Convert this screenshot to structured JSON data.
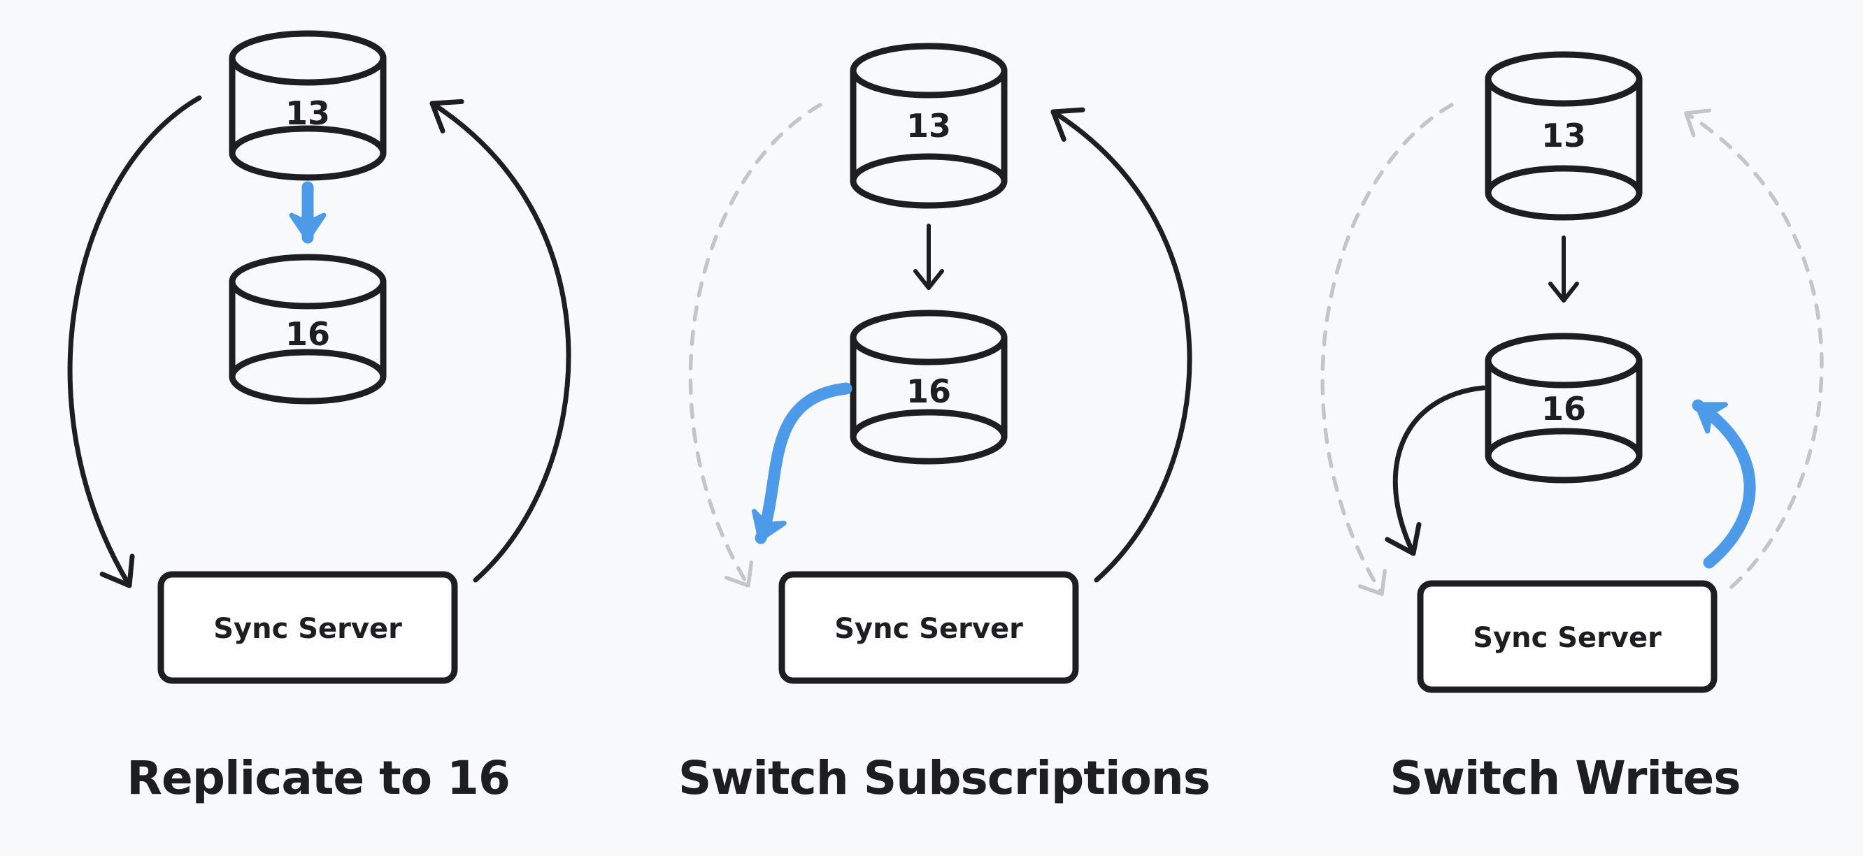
{
  "background": "#f8f9fb",
  "colors": {
    "ink": "#1e1e22",
    "accent_blue": "#4d9be8",
    "inactive_gray": "#c3c5c9",
    "box_fill": "#fefefe"
  },
  "panels": [
    {
      "title": "Replicate to 16",
      "db_top": "13",
      "db_bottom": "16",
      "server": "Sync Server"
    },
    {
      "title": "Switch Subscriptions",
      "db_top": "13",
      "db_bottom": "16",
      "server": "Sync Server"
    },
    {
      "title": "Switch Writes",
      "db_top": "13",
      "db_bottom": "16",
      "server": "Sync Server"
    }
  ]
}
